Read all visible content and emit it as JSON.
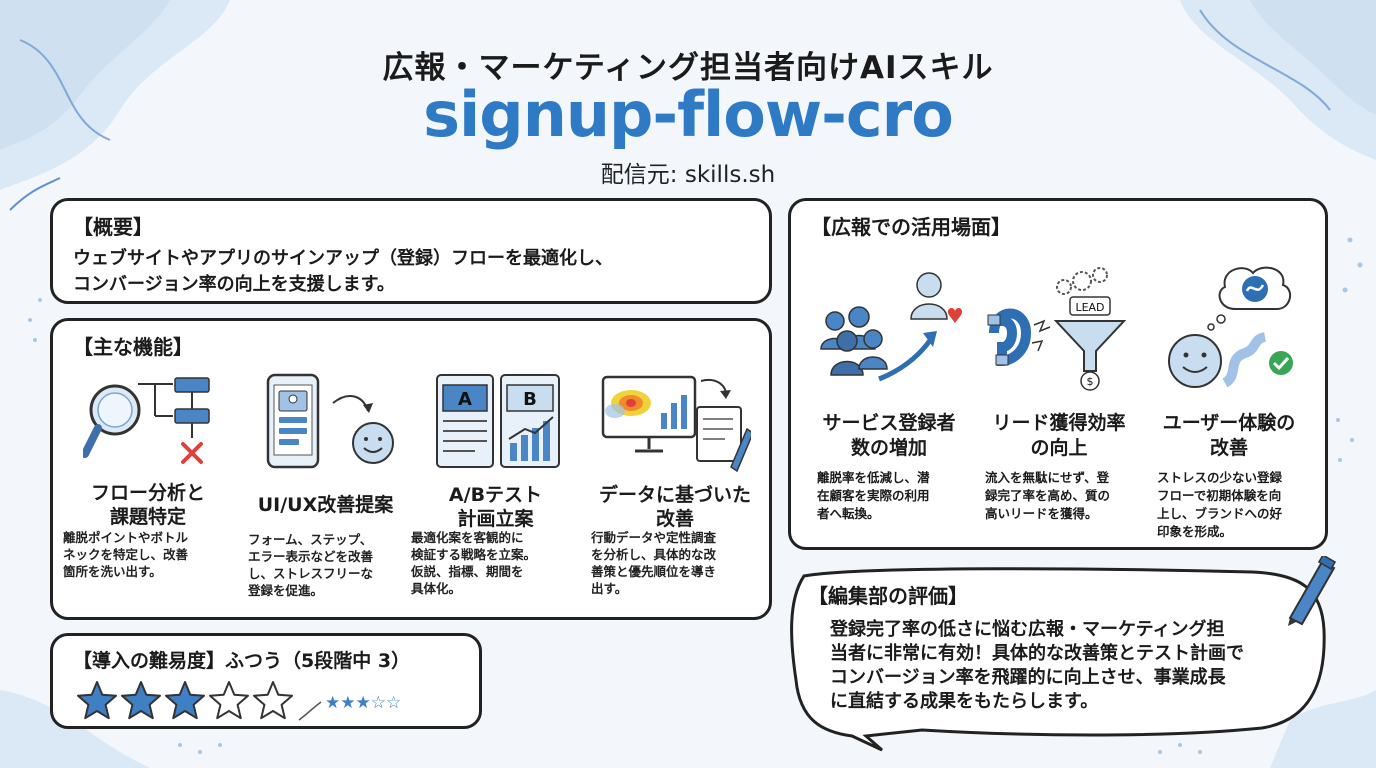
{
  "header": {
    "title": "広報・マーケティング担当者向けAIスキル",
    "skill_name": "signup-flow-cro",
    "source": "配信元: skills.sh"
  },
  "overview": {
    "heading": "【概要】",
    "lines": [
      "ウェブサイトやアプリのサインアップ（登録）フローを最適化し、",
      "コンバージョン率の向上を支援します。"
    ]
  },
  "features": {
    "heading": "【主な機能】",
    "items": [
      {
        "title_lines": [
          "フロー分析と",
          "課題特定"
        ],
        "icon": "magnifier-flowchart-icon",
        "desc_lines": [
          "離脱ポイントやボトル",
          "ネックを特定し、改善",
          "箇所を洗い出す。"
        ]
      },
      {
        "title_lines": [
          "UI/UX改善提案"
        ],
        "icon": "smartphone-smile-icon",
        "desc_lines": [
          "フォーム、ステップ、",
          "エラー表示などを改善",
          "し、ストレスフリーな",
          "登録を促進。"
        ]
      },
      {
        "title_lines": [
          "A/Bテスト",
          "計画立案"
        ],
        "icon": "ab-test-icon",
        "icon_labels": [
          "A",
          "B"
        ],
        "desc_lines": [
          "最適化案を客観的に",
          "検証する戦略を立案。",
          "仮説、指標、期間を",
          "具体化。"
        ]
      },
      {
        "title_lines": [
          "データに基づいた",
          "改善"
        ],
        "icon": "heatmap-monitor-icon",
        "desc_lines": [
          "行動データや定性調査",
          "を分析し、具体的な改",
          "善策と優先順位を導き",
          "出す。"
        ]
      }
    ]
  },
  "difficulty": {
    "heading": "【導入の難易度】",
    "value_text": "ふつう（5段階中 3）",
    "rating": 3,
    "max_rating": 5,
    "mini_stars": "★★★☆☆"
  },
  "usage": {
    "heading": "【広報での活用場面】",
    "items": [
      {
        "title_lines": [
          "サービス登録者",
          "数の増加"
        ],
        "icon": "user-growth-icon",
        "desc_lines": [
          "離脱率を低減し、潜",
          "在顧客を実際の利用",
          "者へ転換。"
        ]
      },
      {
        "title_lines": [
          "リード獲得効率",
          "の向上"
        ],
        "icon": "magnet-funnel-icon",
        "icon_label": "LEAD",
        "desc_lines": [
          "流入を無駄にせず、登",
          "録完了率を高め、質の",
          "高いリードを獲得。"
        ]
      },
      {
        "title_lines": [
          "ユーザー体験の",
          "改善"
        ],
        "icon": "smile-path-icon",
        "desc_lines": [
          "ストレスの少ない登録",
          "フローで初期体験を向",
          "上し、ブランドへの好",
          "印象を形成。"
        ]
      }
    ]
  },
  "review": {
    "heading": "【編集部の評価】",
    "lines": [
      "登録完了率の低さに悩む広報・マーケティング担",
      "当者に非常に有効！具体的な改善策とテスト計画で",
      "コンバージョン率を飛躍的に向上させ、事業成長",
      "に直結する成果をもたらします。"
    ]
  },
  "colors": {
    "accent": "#2e7ac4",
    "icon_blue": "#4a86c6",
    "icon_light": "#c9ddf1",
    "alert_red": "#e0403a",
    "check_green": "#3aa655",
    "star_fill": "#3f7fc4"
  }
}
